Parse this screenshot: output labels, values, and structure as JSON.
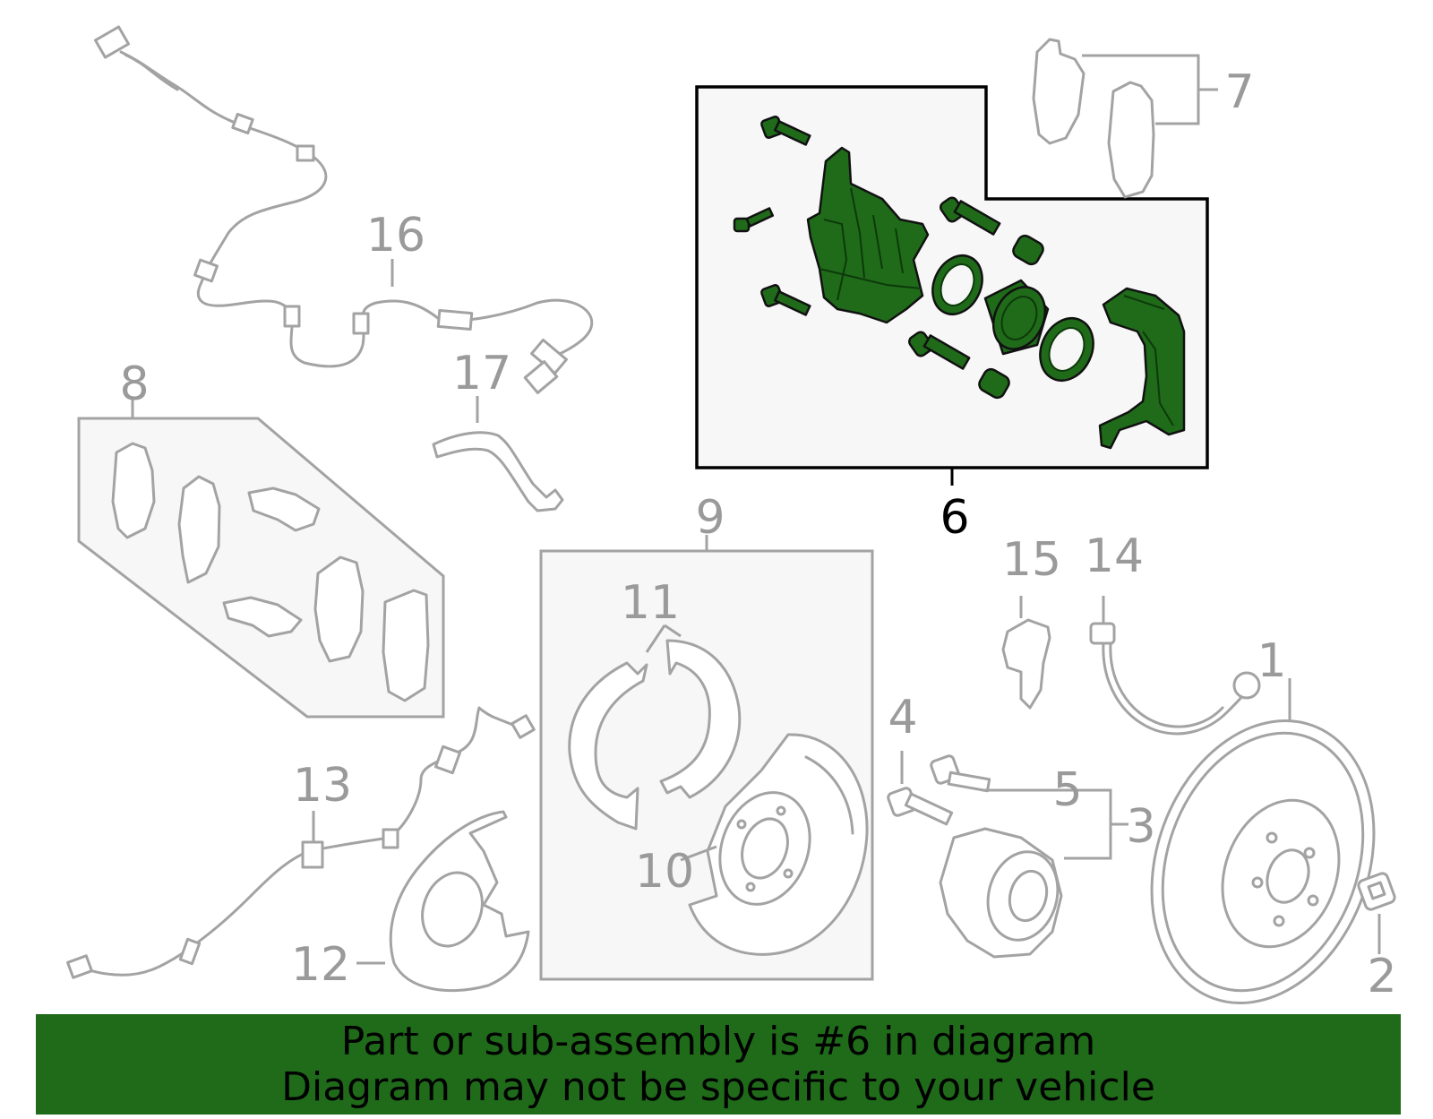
{
  "diagram": {
    "highlight_color": "#1f6b1a",
    "highlighted_part": "6",
    "callouts": [
      "1",
      "2",
      "3",
      "4",
      "5",
      "6",
      "7",
      "8",
      "9",
      "10",
      "11",
      "12",
      "13",
      "14",
      "15",
      "16",
      "17"
    ]
  },
  "banner": {
    "line1": "Part or sub-assembly is #6 in diagram",
    "line2": "Diagram may not be specific to your vehicle"
  }
}
